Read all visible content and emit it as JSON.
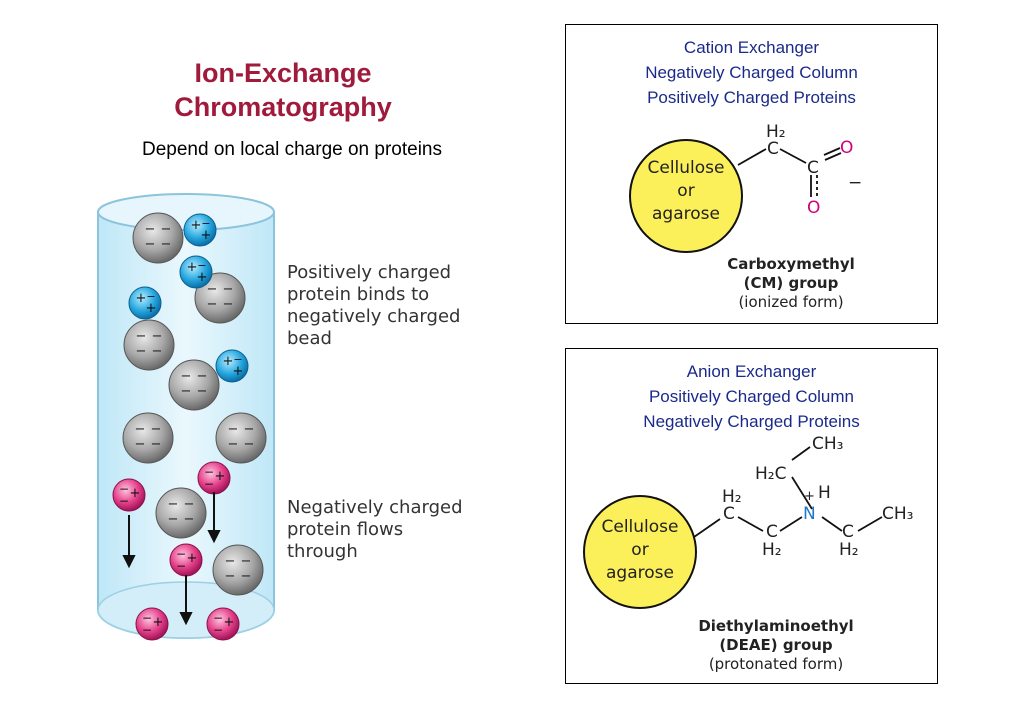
{
  "title_line1": "Ion-Exchange",
  "title_line2": "Chromatography",
  "subtitle": "Depend on local charge on proteins",
  "column": {
    "label_bind": [
      "Positively charged",
      "protein binds to",
      "negatively charged",
      "bead"
    ],
    "label_flow": [
      "Negatively charged",
      "protein flows",
      "through"
    ],
    "bead_charge": "−",
    "positive_charge": "+",
    "negative_charge": "−"
  },
  "cation": {
    "heading": [
      "Cation Exchanger",
      "Negatively Charged Column",
      "Positively Charged Proteins"
    ],
    "matrix": [
      "Cellulose",
      "or",
      "agarose"
    ],
    "h2": "H₂",
    "c": "C",
    "o": "O",
    "minus": "−",
    "caption_bold": [
      "Carboxymethyl",
      "(CM) group"
    ],
    "caption": "(ionized form)"
  },
  "anion": {
    "heading": [
      "Anion Exchanger",
      "Positively Charged Column",
      "Negatively Charged Proteins"
    ],
    "matrix": [
      "Cellulose",
      "or",
      "agarose"
    ],
    "ch3": "CH₃",
    "h2c": "H₂C",
    "h2": "H₂",
    "c": "C",
    "n": "N",
    "h": "H",
    "plus": "+",
    "caption_bold": [
      "Diethylaminoethyl",
      "(DEAE) group"
    ],
    "caption": "(protonated form)"
  },
  "colors": {
    "title": "#a01a3c",
    "heading": "#1a2a8a",
    "bead": "#a8a8a8",
    "positive_protein": "#29a9e0",
    "negative_protein": "#e4418a",
    "matrix": "#fbef5a",
    "oxygen": "#d0007a",
    "nitrogen": "#1e78c8"
  }
}
